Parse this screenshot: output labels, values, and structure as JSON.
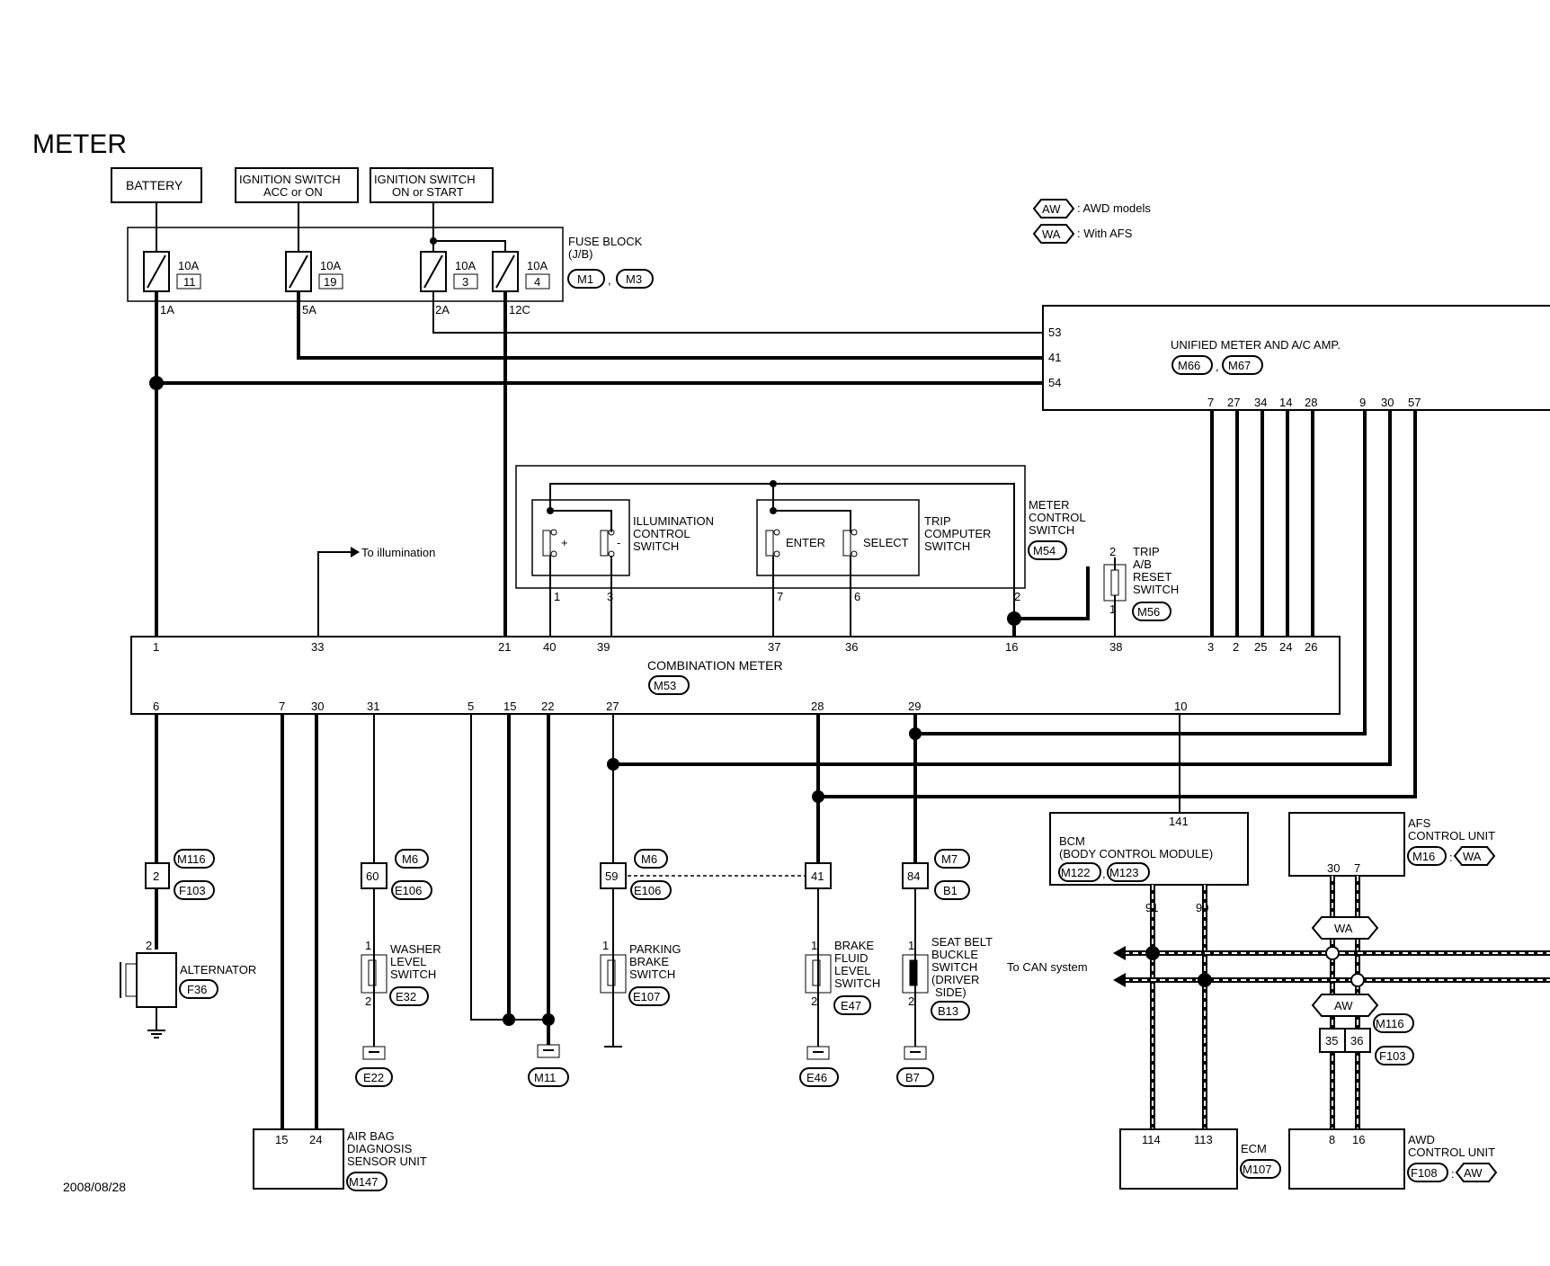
{
  "title": "METER",
  "date": "2008/08/28",
  "legend": {
    "aw_code": "AW",
    "aw_label": ": AWD models",
    "wa_code": "WA",
    "wa_label": ": With AFS"
  },
  "sources": {
    "battery": "BATTERY",
    "ign_acc_1": "IGNITION SWITCH",
    "ign_acc_2": "ACC or ON",
    "ign_on_1": "IGNITION SWITCH",
    "ign_on_2": "ON or START"
  },
  "fuse_block": {
    "label1": "FUSE BLOCK",
    "label2": "(J/B)",
    "conn1": "M1",
    "conn2": "M3",
    "fuses": [
      {
        "amp": "10A",
        "num": "11",
        "out": "1A"
      },
      {
        "amp": "10A",
        "num": "19",
        "out": "5A"
      },
      {
        "amp": "10A",
        "num": "3",
        "out": "2A"
      },
      {
        "amp": "10A",
        "num": "4",
        "out": "12C"
      }
    ]
  },
  "unified": {
    "label": "UNIFIED METER AND A/C AMP.",
    "conn1": "M66",
    "conn2": "M67",
    "left_pins": [
      "53",
      "41",
      "54"
    ],
    "bottom_pins": [
      "7",
      "27",
      "34",
      "14",
      "28",
      "9",
      "30",
      "57"
    ]
  },
  "meter_switch": {
    "label1": "METER",
    "label2": "CONTROL",
    "label3": "SWITCH",
    "conn": "M54",
    "illum_1": "ILLUMINATION",
    "illum_2": "CONTROL",
    "illum_3": "SWITCH",
    "plus": "+",
    "minus": "-",
    "trip_1": "TRIP",
    "trip_2": "COMPUTER",
    "trip_3": "SWITCH",
    "enter": "ENTER",
    "select": "SELECT",
    "pins": [
      "1",
      "3",
      "7",
      "6",
      "2"
    ]
  },
  "trip_reset": {
    "label1": "TRIP",
    "label2": "A/B",
    "label3": "RESET",
    "label4": "SWITCH",
    "conn": "M56",
    "pin_top": "2",
    "pin_bot": "1"
  },
  "to_illumination": "To illumination",
  "combination_meter": {
    "label": "COMBINATION METER",
    "conn": "M53",
    "top_pins": [
      "1",
      "33",
      "21",
      "40",
      "39",
      "37",
      "36",
      "16",
      "38",
      "3",
      "2",
      "25",
      "24",
      "26"
    ],
    "bottom_pins": [
      "6",
      "7",
      "30",
      "31",
      "5",
      "15",
      "22",
      "27",
      "28",
      "29",
      "10"
    ]
  },
  "connectors": {
    "alt": {
      "pin": "2",
      "c1": "M116",
      "c2": "F103"
    },
    "washer": {
      "pin": "60",
      "c1": "M6",
      "c2": "E106"
    },
    "parking": {
      "pin": "59",
      "c1": "M6",
      "c2": "E106"
    },
    "brake": {
      "pin": "41"
    },
    "seat": {
      "pin": "84",
      "c1": "M7",
      "c2": "B1"
    }
  },
  "alternator": {
    "label": "ALTERNATOR",
    "conn": "F36",
    "pin": "2"
  },
  "washer": {
    "l1": "WASHER",
    "l2": "LEVEL",
    "l3": "SWITCH",
    "conn": "E32",
    "p1": "1",
    "p2": "2",
    "ground": "E22"
  },
  "ground_m11": "M11",
  "parking": {
    "l1": "PARKING",
    "l2": "BRAKE",
    "l3": "SWITCH",
    "conn": "E107",
    "p1": "1"
  },
  "brake_fluid": {
    "l1": "BRAKE",
    "l2": "FLUID",
    "l3": "LEVEL",
    "l4": "SWITCH",
    "conn": "E47",
    "p1": "1",
    "p2": "2",
    "ground": "E46"
  },
  "seat_belt": {
    "l1": "SEAT BELT",
    "l2": "BUCKLE",
    "l3": "SWITCH",
    "l4": "(DRIVER",
    "l5": "SIDE)",
    "conn": "B13",
    "p1": "1",
    "p2": "2",
    "ground": "B7"
  },
  "airbag": {
    "l1": "AIR BAG",
    "l2": "DIAGNOSIS",
    "l3": "SENSOR UNIT",
    "conn": "M147",
    "p1": "15",
    "p2": "24"
  },
  "bcm": {
    "l1": "BCM",
    "l2": "(BODY CONTROL MODULE)",
    "c1": "M122",
    "c2": "M123",
    "pin_top": "141",
    "p1": "91",
    "p2": "90"
  },
  "afs": {
    "l1": "AFS",
    "l2": "CONTROL UNIT",
    "conn": "M16",
    "tag": "WA",
    "p1": "30",
    "p2": "7"
  },
  "can": {
    "label": "To CAN system",
    "wa": "WA",
    "aw": "AW",
    "c1": "M116",
    "c2": "F103",
    "p1": "35",
    "p2": "36"
  },
  "ecm": {
    "label": "ECM",
    "conn": "M107",
    "p1": "114",
    "p2": "113"
  },
  "awd": {
    "l1": "AWD",
    "l2": "CONTROL UNIT",
    "conn": "F108",
    "tag": "AW",
    "p1": "8",
    "p2": "16"
  }
}
